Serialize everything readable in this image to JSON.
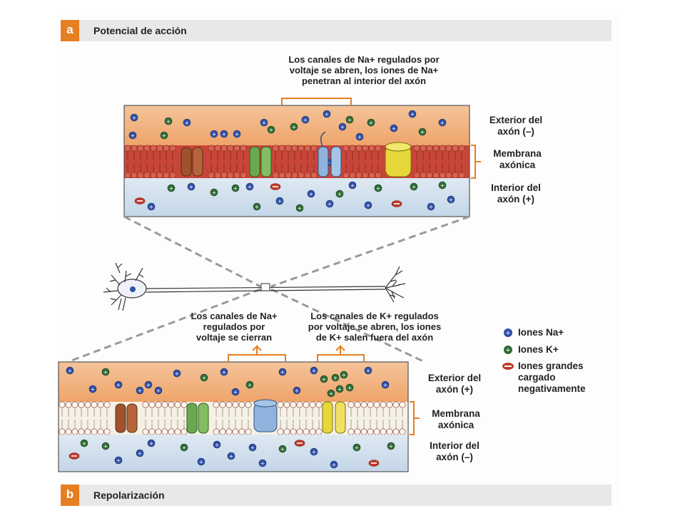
{
  "panel_a": {
    "tag": "a",
    "title": "Potencial de acción",
    "callout": "Los canales de Na+ regulados por\nvoltaje se abren, los iones de Na+\npenetran al interior del axón",
    "outside": "Exterior del\naxón (–)",
    "membrane": "Membrana\naxónica",
    "inside": "Interior del\naxón (+)"
  },
  "panel_b": {
    "tag": "b",
    "title": "Repolarización",
    "callout_na": "Los canales de Na+\nregulados por\nvoltaje se cierran",
    "callout_k": "Los canales de K+ regulados\npor voltaje se abren, los iones\nde K+ salen fuera del axón",
    "outside": "Exterior del\naxón (+)",
    "membrane": "Membrana\naxónica",
    "inside": "Interior del\naxón (–)"
  },
  "legend": {
    "na": "Iones Na+",
    "k": "Iones K+",
    "large": "Iones grandes\ncargado\nnegativamente"
  },
  "colors": {
    "accent_orange": "#e67e22",
    "na_ion": "#2f4fa8",
    "k_ion": "#2e6b35",
    "large_ion": "#c0392b",
    "extracellular": "#f2b07a",
    "intracellular": "#cfe0ee",
    "membrane_a": "#d8574a",
    "membrane_b": "#f3ece0"
  }
}
